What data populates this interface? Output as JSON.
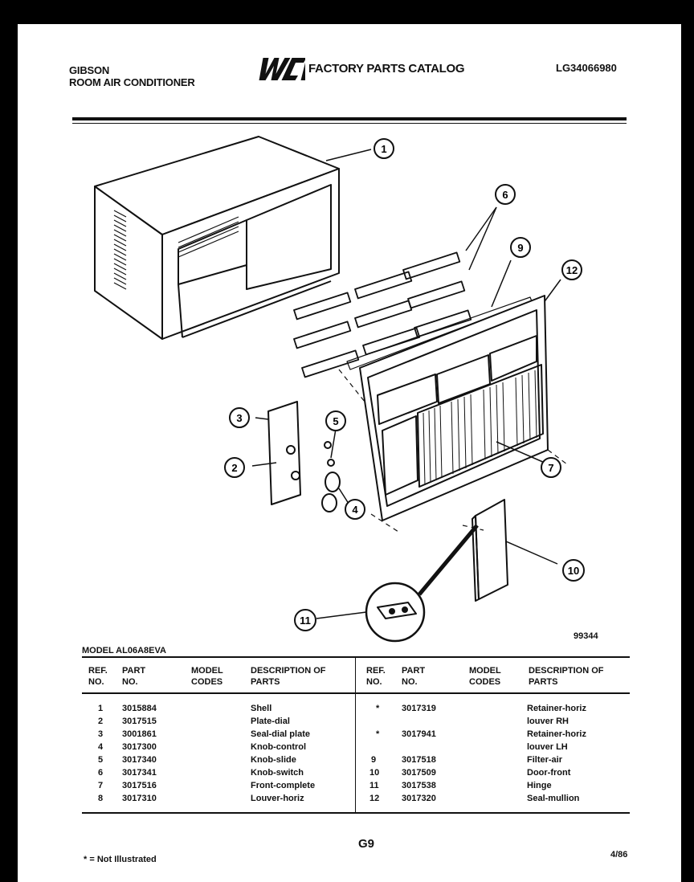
{
  "header": {
    "brand": "GIBSON",
    "product": "ROOM AIR CONDITIONER",
    "logo": "WCI",
    "catalog_title": "FACTORY PARTS CATALOG",
    "catalog_code": "LG34066980"
  },
  "diagram": {
    "callouts": [
      "1",
      "2",
      "3",
      "4",
      "5",
      "6",
      "7",
      "9",
      "10",
      "11",
      "12"
    ],
    "figure_number": "99344"
  },
  "model_label": "MODEL AL06A8EVA",
  "table": {
    "headers": {
      "ref": "REF. NO.",
      "part": "PART NO.",
      "model_codes": "MODEL CODES",
      "description": "DESCRIPTION OF PARTS"
    },
    "left_rows": [
      {
        "ref": "1",
        "part": "3015884",
        "desc": "Shell"
      },
      {
        "ref": "2",
        "part": "3017515",
        "desc": "Plate-dial"
      },
      {
        "ref": "3",
        "part": "3001861",
        "desc": "Seal-dial plate"
      },
      {
        "ref": "4",
        "part": "3017300",
        "desc": "Knob-control"
      },
      {
        "ref": "5",
        "part": "3017340",
        "desc": "Knob-slide"
      },
      {
        "ref": "6",
        "part": "3017341",
        "desc": "Knob-switch"
      },
      {
        "ref": "7",
        "part": "3017516",
        "desc": "Front-complete"
      },
      {
        "ref": "8",
        "part": "3017310",
        "desc": "Louver-horiz"
      }
    ],
    "right_rows": [
      {
        "ref": "*",
        "part": "3017319",
        "desc": "Retainer-horiz"
      },
      {
        "ref": "",
        "part": "",
        "desc": "louver RH"
      },
      {
        "ref": "*",
        "part": "3017941",
        "desc": "Retainer-horiz"
      },
      {
        "ref": "",
        "part": "",
        "desc": "louver LH"
      },
      {
        "ref": "9",
        "part": "3017518",
        "desc": "Filter-air"
      },
      {
        "ref": "10",
        "part": "3017509",
        "desc": "Door-front"
      },
      {
        "ref": "11",
        "part": "3017538",
        "desc": "Hinge"
      },
      {
        "ref": "12",
        "part": "3017320",
        "desc": "Seal-mullion"
      }
    ]
  },
  "page_number": "G9",
  "footnote": "* = Not Illustrated",
  "date": "4/86"
}
